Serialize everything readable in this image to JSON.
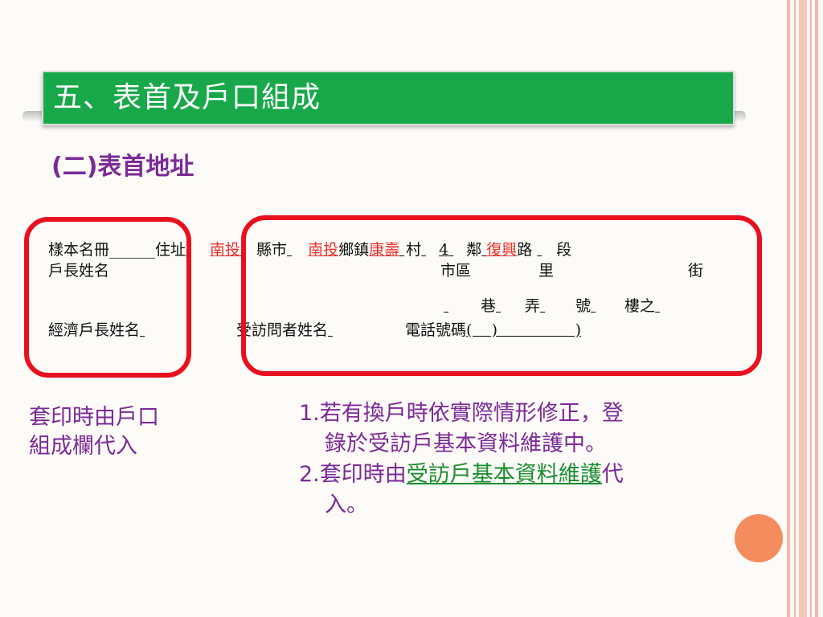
{
  "colors": {
    "title_bg": "#18a84a",
    "accent_purple": "#7b2a96",
    "accent_red": "#e8332e",
    "ring_red": "#e8101f",
    "link_green": "#1a8d2e",
    "stripe_salmon": "#f4b8a6",
    "dot_orange": "#f48c5e"
  },
  "slide": {
    "title": "五、表首及戶口組成",
    "subtitle": "(二)表首地址"
  },
  "form": {
    "line1": {
      "label_sample": "樣本名冊",
      "blank_sample": "______",
      "label_address": "住址",
      "county_value": "南投",
      "label_county": "縣市",
      "town_value": "南投",
      "label_town": "鄉鎮",
      "village_value": "康壽",
      "label_village": "村",
      "neighborhood_value": "4",
      "label_neighborhood": "鄰",
      "road_value": "復興",
      "label_road": "路",
      "label_section": "段"
    },
    "line2": {
      "label_head": "戶長姓名",
      "label_city_district": "市區",
      "label_li": "里",
      "label_street": "街"
    },
    "line3": {
      "label_lane": "巷",
      "label_alley": "弄",
      "label_number": "號",
      "label_floor": "樓之"
    },
    "line4": {
      "label_econ_head": "經濟戶長姓名",
      "label_respondent": "受訪問者姓名",
      "label_phone": "電話號碼",
      "phone_blank": "(    )                )"
    }
  },
  "notes": {
    "left_line1": "套印時由戶口",
    "left_line2": "組成欄代入",
    "right_item1_line1": "1.若有換戶時依實際情形修正，登",
    "right_item1_line2": "錄於受訪戶基本資料維護中。",
    "right_item2_prefix": "2.套印時由",
    "right_item2_link": "受訪戶基本資料維護",
    "right_item2_suffix": "代",
    "right_item2_line2": "入。"
  }
}
